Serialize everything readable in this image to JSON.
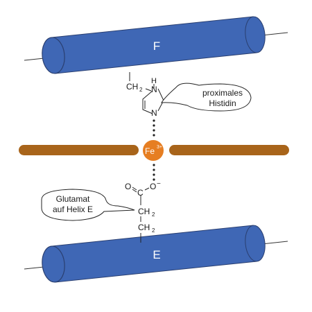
{
  "helix_top": {
    "label": "F",
    "color": "#3f67b5"
  },
  "helix_bottom": {
    "label": "E",
    "color": "#3f67b5"
  },
  "heme": {
    "color": "#a8641a"
  },
  "iron": {
    "symbol": "Fe",
    "charge": "3+",
    "color": "#e67e22"
  },
  "histidine": {
    "ch2": "CH",
    "ch2_sub": "2",
    "nh": "H",
    "n_top": "N",
    "n_bottom": "N"
  },
  "histidine_callout": {
    "line1": "proximales",
    "line2": "Histidin"
  },
  "glutamate": {
    "o": "O",
    "c": "C",
    "o_minus": "O",
    "minus": "−",
    "ch2_a": "CH",
    "ch2_a_sub": "2",
    "ch2_b": "CH",
    "ch2_b_sub": "2"
  },
  "glutamate_callout": {
    "line1": "Glutamat",
    "line2": "auf Helix E"
  }
}
